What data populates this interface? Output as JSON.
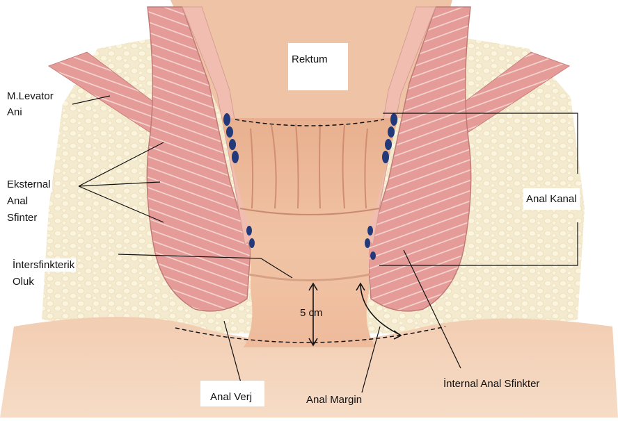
{
  "labels": {
    "rektum": "Rektum",
    "levator_line1": "M.Levator",
    "levator_line2": "Ani",
    "eksternal_line1": "Eksternal",
    "eksternal_line2": "Anal",
    "eksternal_line3": "Sfinter",
    "intersfinkterik_line1": "İntersfinkterik",
    "intersfinkterik_line2": "Oluk",
    "anal_kanal": "Anal Kanal",
    "measure": "5 cm",
    "anal_verj": "Anal Verj",
    "anal_margin": "Anal Margin",
    "internal_sfinkter": "İnternal Anal Sfinkter"
  },
  "colors": {
    "fat": "#f5ecc9",
    "fat_dots": "#fbf6e2",
    "muscle": "#e8a29f",
    "muscle_stripes": "#f4d6cf",
    "mucosa": "#e9b597",
    "mucosa_dark": "#d6957a",
    "canal": "#f0c7aa",
    "skin": "#f3cfb3",
    "veins": "#233a7a",
    "lines": "#111111"
  }
}
